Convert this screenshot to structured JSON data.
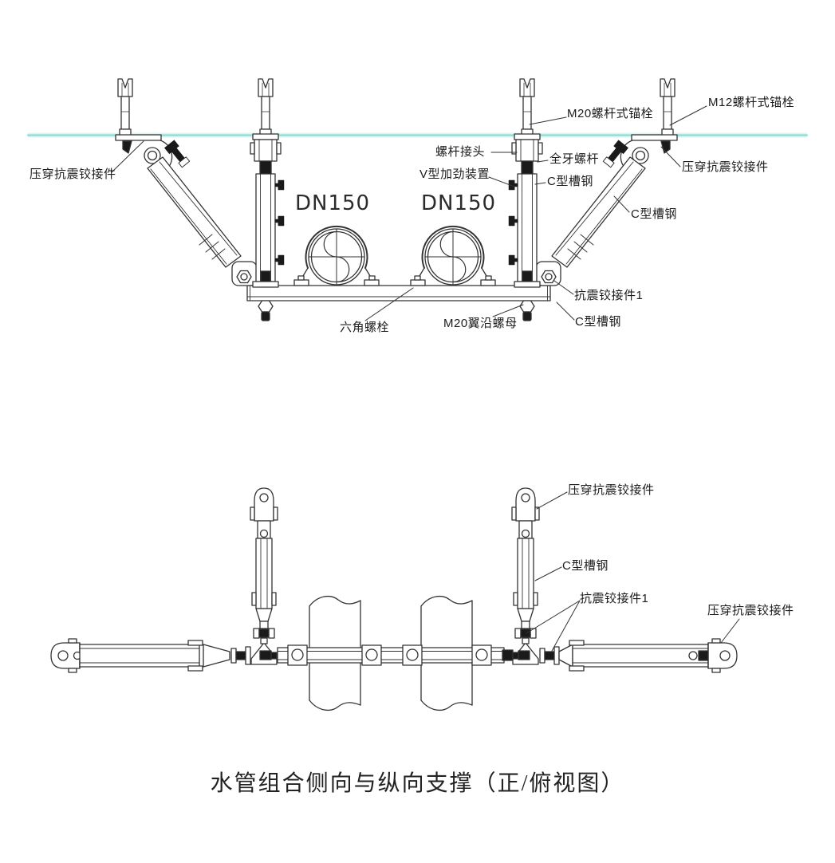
{
  "caption": "水管组合侧向与纵向支撑（正/俯视图）",
  "colors": {
    "line": "#333333",
    "ceiling_line": "#8fdcd6",
    "ceiling_halo": "#dff5f2",
    "bolt_fill": "#1a1a1a",
    "background": "#ffffff"
  },
  "labels": {
    "press_through_seismic_hinge": "压穿抗震铰接件",
    "m20_screw_anchor": "M20螺杆式锚栓",
    "m12_screw_anchor": "M12螺杆式锚栓",
    "screw_coupler": "螺杆接头",
    "full_thread_rod": "全牙螺杆",
    "v_stiffener": "V型加劲装置",
    "c_channel": "C型槽钢",
    "pipe_dn150": "DN150",
    "hex_bolt": "六角螺栓",
    "m20_flange_nut": "M20翼沿螺母",
    "seismic_hinge_1": "抗震铰接件1"
  },
  "views": {
    "front_view_name": "front-elevation",
    "top_view_name": "plan-view"
  }
}
